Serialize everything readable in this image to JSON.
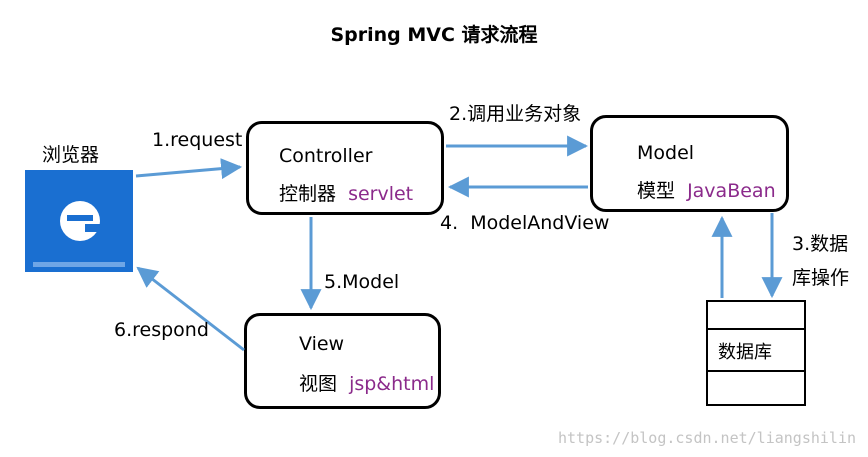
{
  "title": "Spring MVC 请求流程",
  "browser": {
    "label": "浏览器",
    "icon": "edge-browser-icon"
  },
  "controller": {
    "name": "Controller",
    "cn": "控制器",
    "tech": "servlet"
  },
  "model": {
    "name": "Model",
    "cn": "模型",
    "tech": "JavaBean"
  },
  "view": {
    "name": "View",
    "cn": "视图",
    "tech": "jsp&html"
  },
  "database": {
    "label": "数据库"
  },
  "steps": {
    "s1": "1.request",
    "s2": "2.调用业务对象",
    "s3a": "3.数据",
    "s3b": "库操作",
    "s4": "4.  ModelAndView",
    "s5": "5.Model",
    "s6": "6.respond"
  },
  "watermark": "https://blog.csdn.net/liangshilin",
  "colors": {
    "arrow": "#5b9bd5",
    "highlight": "#8b2a8b",
    "browser_tile": "#1a6fd1"
  }
}
